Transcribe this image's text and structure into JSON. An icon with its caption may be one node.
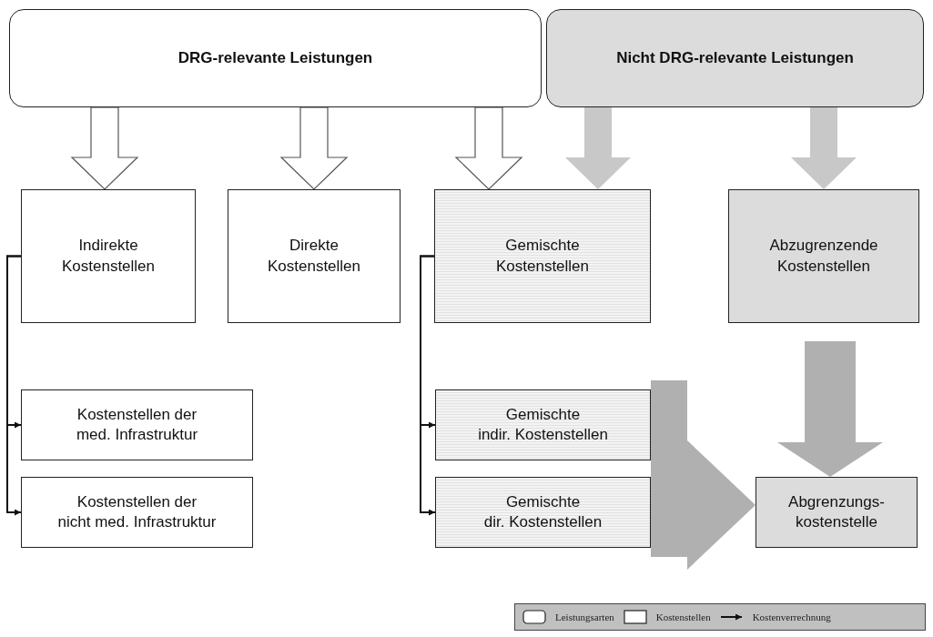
{
  "diagram": {
    "nodes": [
      {
        "text": [
          "DRG-relevante Leistungen"
        ]
      },
      {
        "text": [
          "Nicht DRG-relevante Leistungen"
        ]
      },
      {
        "text": [
          "Indirekte Kostenstellen"
        ]
      },
      {
        "text": [
          "Direkte Kostenstellen"
        ]
      },
      {
        "text": [
          "Gemischte Kostenstellen"
        ]
      },
      {
        "text": [
          "Abzugrenzende Kostenstellen"
        ]
      },
      {
        "text": [
          "Kostenstellen der med. Infrastruktur"
        ]
      },
      {
        "text": [
          "Kostenstellen der nicht med. Infrastruktur"
        ]
      },
      {
        "text": [
          "Gemischte indir. Kostenstellen"
        ]
      },
      {
        "text": [
          "Gemischte dir. Kostenstellen"
        ]
      },
      {
        "text": [
          "Abgrenzungs-kostenstelle"
        ]
      }
    ],
    "edges": [
      {
        "from": 0,
        "to": 2,
        "arrow": "to",
        "style": "thick"
      },
      {
        "from": 0,
        "to": 3,
        "arrow": "to",
        "style": "thick"
      },
      {
        "from": 0,
        "to": 4,
        "arrow": "to",
        "style": "thick"
      },
      {
        "from": 1,
        "to": 4,
        "arrow": "to",
        "style": "thick",
        "color": "#c8c8c8"
      },
      {
        "from": 1,
        "to": 5,
        "arrow": "to",
        "style": "thick",
        "color": "#c8c8c8"
      },
      {
        "from": 2,
        "to": 6,
        "arrow": "to"
      },
      {
        "from": 2,
        "to": 7,
        "arrow": "to"
      },
      {
        "from": 4,
        "to": 8,
        "arrow": "to"
      },
      {
        "from": 4,
        "to": 9,
        "arrow": "to"
      },
      {
        "from": 5,
        "to": 10,
        "arrow": "to",
        "style": "thick",
        "color": "#b0b0b0"
      },
      {
        "from": 8,
        "to": 10,
        "arrow": "to",
        "style": "thick",
        "color": "#b0b0b0"
      },
      {
        "from": 9,
        "to": 10,
        "arrow": "to",
        "style": "thick",
        "color": "#b0b0b0"
      }
    ],
    "legend": [
      {
        "text": "Leistungsarten"
      },
      {
        "text": "Kostenstellen"
      },
      {
        "text": "Kostenverrechnung"
      }
    ]
  }
}
